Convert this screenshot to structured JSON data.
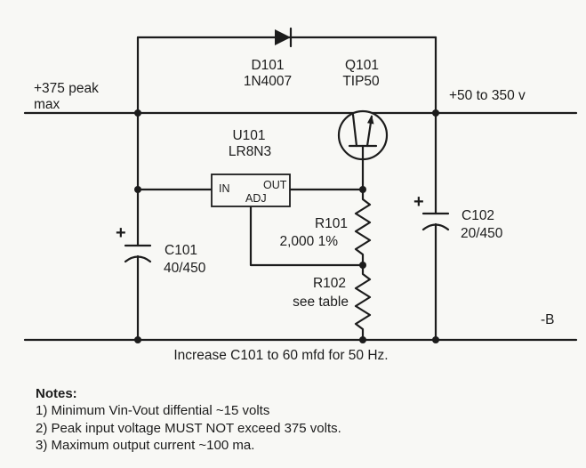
{
  "colors": {
    "ink": "#1c1c1c",
    "bg": "#f8f8f5"
  },
  "power": {
    "input_label_line1": "+375 peak",
    "input_label_line2": "max",
    "output_label": "+50 to 350 v",
    "negative_rail_label": "-B"
  },
  "components": {
    "d101": {
      "ref": "D101",
      "value": "1N4007"
    },
    "q101": {
      "ref": "Q101",
      "value": "TIP50"
    },
    "u101": {
      "ref": "U101",
      "value": "LR8N3",
      "pins": {
        "in": "IN",
        "out": "OUT",
        "adj": "ADJ"
      }
    },
    "r101": {
      "ref": "R101",
      "value": "2,000 1%"
    },
    "r102": {
      "ref": "R102",
      "value": "see table"
    },
    "c101": {
      "ref": "C101",
      "value": "40/450",
      "polarity": "+"
    },
    "c102": {
      "ref": "C102",
      "value": "20/450",
      "polarity": "+"
    }
  },
  "caption": "Increase C101 to 60 mfd for 50 Hz.",
  "notes": {
    "title": "Notes:",
    "items": [
      "1) Minimum Vin-Vout diffential ~15 volts",
      "2) Peak input voltage MUST NOT exceed 375 volts.",
      "3) Maximum output current ~100 ma."
    ]
  }
}
